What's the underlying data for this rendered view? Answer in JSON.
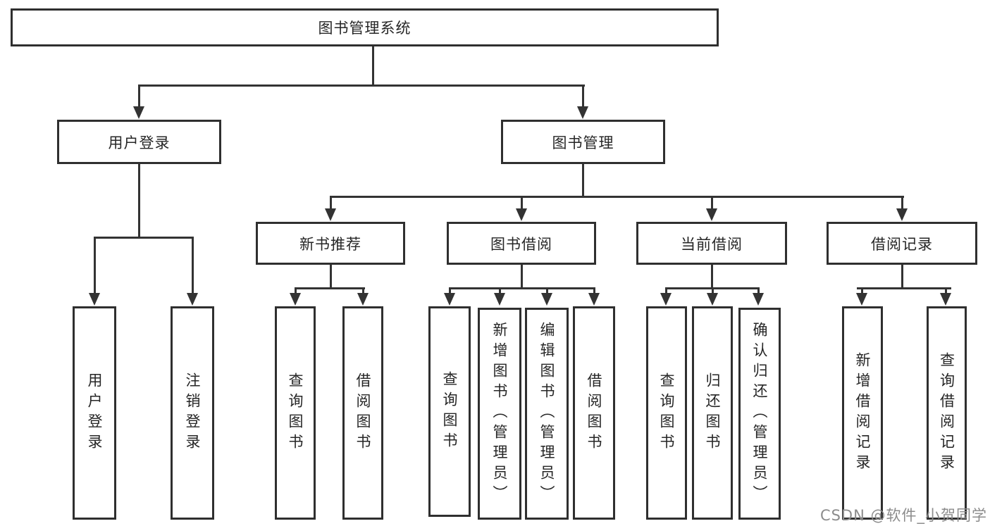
{
  "tree": {
    "label": "图书管理系统",
    "children": [
      {
        "label": "用户登录",
        "children": [
          {
            "label": "用户登录"
          },
          {
            "label": "注销登录"
          }
        ]
      },
      {
        "label": "图书管理",
        "children": [
          {
            "label": "新书推荐",
            "children": [
              {
                "label": "查询图书"
              },
              {
                "label": "借阅图书"
              }
            ]
          },
          {
            "label": "图书借阅",
            "children": [
              {
                "label": "查询图书"
              },
              {
                "label": "新增图书（管理员）"
              },
              {
                "label": "编辑图书（管理员）"
              },
              {
                "label": "借阅图书"
              }
            ]
          },
          {
            "label": "当前借阅",
            "children": [
              {
                "label": "查询图书"
              },
              {
                "label": "归还图书"
              },
              {
                "label": "确认归还（管理员）"
              }
            ]
          },
          {
            "label": "借阅记录",
            "children": [
              {
                "label": "新增借阅记录"
              },
              {
                "label": "查询借阅记录"
              }
            ]
          }
        ]
      }
    ]
  },
  "watermark": {
    "text": "CSDN @软件_小贺同学"
  },
  "colors": {
    "line": "#333333",
    "box_border": "#2f2f2f",
    "text": "#262626",
    "watermark": "#8c8c8c",
    "background": "#ffffff"
  }
}
